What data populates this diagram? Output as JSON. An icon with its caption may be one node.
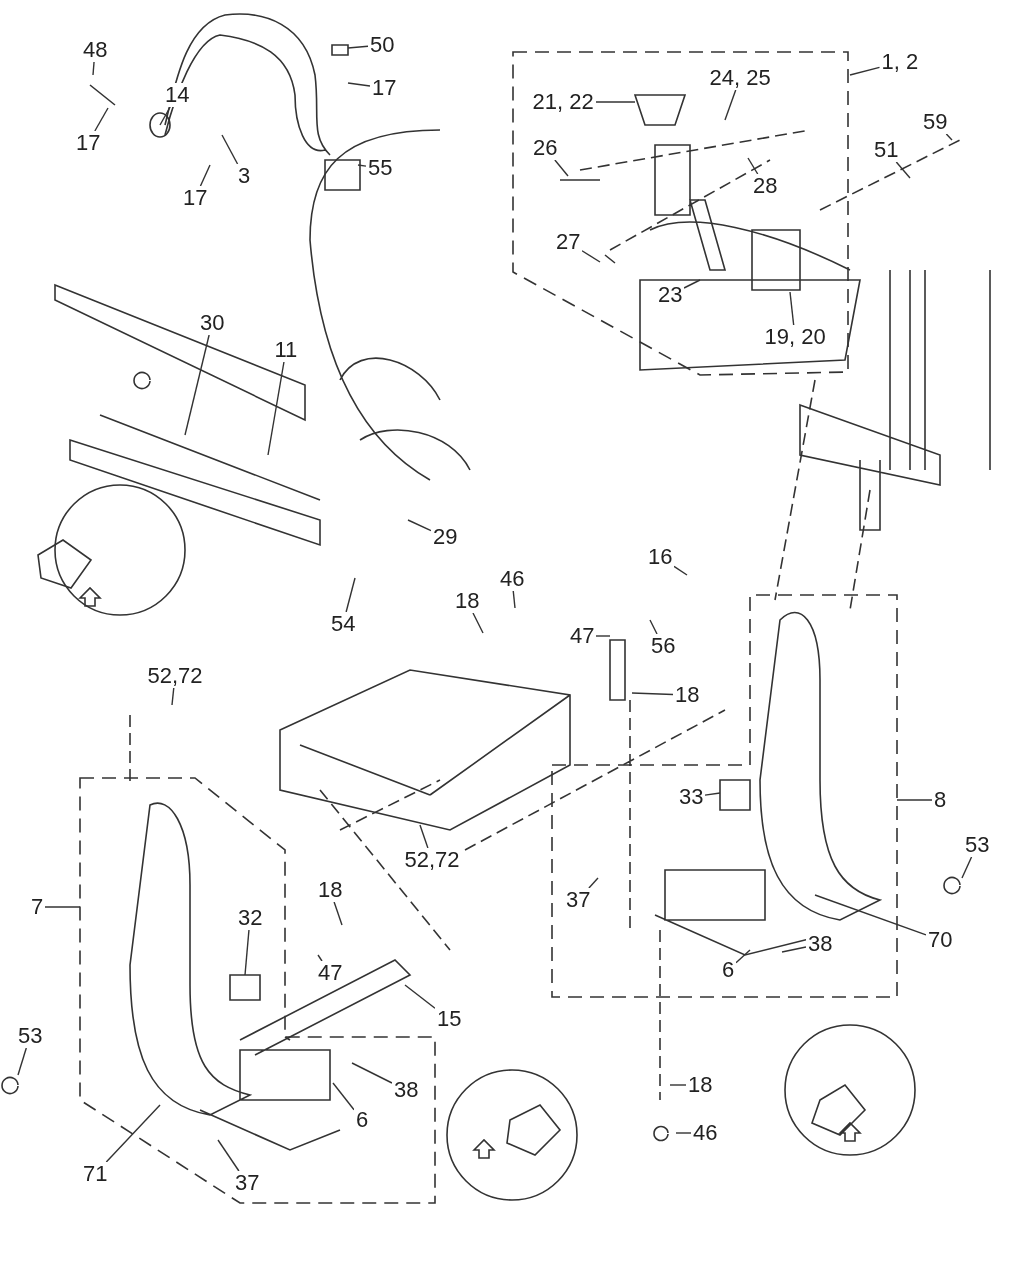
{
  "diagram": {
    "nodes": [
      {
        "text": [
          "48"
        ]
      },
      {
        "text": [
          "14"
        ]
      },
      {
        "text": [
          "17"
        ]
      },
      {
        "text": [
          "3"
        ]
      },
      {
        "text": [
          "17"
        ]
      },
      {
        "text": [
          "50"
        ]
      },
      {
        "text": [
          "17"
        ]
      },
      {
        "text": [
          "55"
        ]
      },
      {
        "text": [
          "21, 22"
        ]
      },
      {
        "text": [
          "24, 25"
        ]
      },
      {
        "text": [
          "1, 2"
        ]
      },
      {
        "text": [
          "26"
        ]
      },
      {
        "text": [
          "28"
        ]
      },
      {
        "text": [
          "59"
        ]
      },
      {
        "text": [
          "51"
        ]
      },
      {
        "text": [
          "27"
        ]
      },
      {
        "text": [
          "23"
        ]
      },
      {
        "text": [
          "19, 20"
        ]
      },
      {
        "text": [
          "30"
        ]
      },
      {
        "text": [
          "11"
        ]
      },
      {
        "text": [
          "29"
        ]
      },
      {
        "text": [
          "54"
        ]
      },
      {
        "text": [
          "16"
        ]
      },
      {
        "text": [
          "18"
        ]
      },
      {
        "text": [
          "46"
        ]
      },
      {
        "text": [
          "56"
        ]
      },
      {
        "text": [
          "47"
        ]
      },
      {
        "text": [
          "18"
        ]
      },
      {
        "text": [
          "52,72"
        ]
      },
      {
        "text": [
          "33"
        ]
      },
      {
        "text": [
          "8"
        ]
      },
      {
        "text": [
          "7"
        ]
      },
      {
        "text": [
          "52,72"
        ]
      },
      {
        "text": [
          "37"
        ]
      },
      {
        "text": [
          "53"
        ]
      },
      {
        "text": [
          "18"
        ]
      },
      {
        "text": [
          "32"
        ]
      },
      {
        "text": [
          "70"
        ]
      },
      {
        "text": [
          "47"
        ]
      },
      {
        "text": [
          "6"
        ]
      },
      {
        "text": [
          "38"
        ]
      },
      {
        "text": [
          "15"
        ]
      },
      {
        "text": [
          "53"
        ]
      },
      {
        "text": [
          "38"
        ]
      },
      {
        "text": [
          "18"
        ]
      },
      {
        "text": [
          "6"
        ]
      },
      {
        "text": [
          "46"
        ]
      },
      {
        "text": [
          "71"
        ]
      },
      {
        "text": [
          "37"
        ]
      }
    ],
    "edges": [
      {
        "from": 0,
        "to": null,
        "arrow": "none"
      },
      {
        "from": 1,
        "to": null,
        "arrow": "none"
      },
      {
        "from": 2,
        "to": null,
        "arrow": "none"
      },
      {
        "from": 3,
        "to": null,
        "arrow": "none"
      },
      {
        "from": 4,
        "to": null,
        "arrow": "none"
      },
      {
        "from": 5,
        "to": null,
        "arrow": "none"
      },
      {
        "from": 6,
        "to": null,
        "arrow": "none"
      },
      {
        "from": 7,
        "to": null,
        "arrow": "none"
      },
      {
        "from": 8,
        "to": null,
        "arrow": "none"
      },
      {
        "from": 9,
        "to": null,
        "arrow": "none"
      },
      {
        "from": 10,
        "to": null,
        "arrow": "none"
      },
      {
        "from": 11,
        "to": null,
        "arrow": "none"
      },
      {
        "from": 12,
        "to": null,
        "arrow": "none"
      },
      {
        "from": 13,
        "to": null,
        "arrow": "none"
      },
      {
        "from": 14,
        "to": null,
        "arrow": "none"
      },
      {
        "from": 15,
        "to": null,
        "arrow": "none"
      },
      {
        "from": 16,
        "to": null,
        "arrow": "none"
      },
      {
        "from": 17,
        "to": null,
        "arrow": "none"
      },
      {
        "from": 18,
        "to": null,
        "arrow": "none"
      },
      {
        "from": 19,
        "to": null,
        "arrow": "none"
      },
      {
        "from": 20,
        "to": null,
        "arrow": "none"
      },
      {
        "from": 21,
        "to": null,
        "arrow": "none"
      },
      {
        "from": 22,
        "to": null,
        "arrow": "none"
      },
      {
        "from": 23,
        "to": null,
        "arrow": "none"
      },
      {
        "from": 24,
        "to": null,
        "arrow": "none"
      },
      {
        "from": 25,
        "to": null,
        "arrow": "none"
      },
      {
        "from": 26,
        "to": null,
        "arrow": "none"
      },
      {
        "from": 27,
        "to": null,
        "arrow": "none"
      },
      {
        "from": 28,
        "to": null,
        "arrow": "none"
      },
      {
        "from": 29,
        "to": null,
        "arrow": "none"
      },
      {
        "from": 30,
        "to": null,
        "arrow": "none"
      },
      {
        "from": 31,
        "to": null,
        "arrow": "none"
      },
      {
        "from": 32,
        "to": null,
        "arrow": "none"
      },
      {
        "from": 33,
        "to": null,
        "arrow": "none"
      },
      {
        "from": 34,
        "to": null,
        "arrow": "none"
      },
      {
        "from": 35,
        "to": null,
        "arrow": "none"
      },
      {
        "from": 36,
        "to": null,
        "arrow": "none"
      },
      {
        "from": 37,
        "to": null,
        "arrow": "none"
      },
      {
        "from": 38,
        "to": null,
        "arrow": "none"
      },
      {
        "from": 39,
        "to": null,
        "arrow": "none"
      },
      {
        "from": 40,
        "to": null,
        "arrow": "none"
      },
      {
        "from": 41,
        "to": null,
        "arrow": "none"
      },
      {
        "from": 42,
        "to": null,
        "arrow": "none"
      },
      {
        "from": 43,
        "to": null,
        "arrow": "none"
      },
      {
        "from": 44,
        "to": null,
        "arrow": "none"
      },
      {
        "from": 45,
        "to": null,
        "arrow": "none"
      },
      {
        "from": 46,
        "to": null,
        "arrow": "none"
      },
      {
        "from": 47,
        "to": null,
        "arrow": "none"
      },
      {
        "from": 48,
        "to": null,
        "arrow": "none"
      }
    ]
  }
}
